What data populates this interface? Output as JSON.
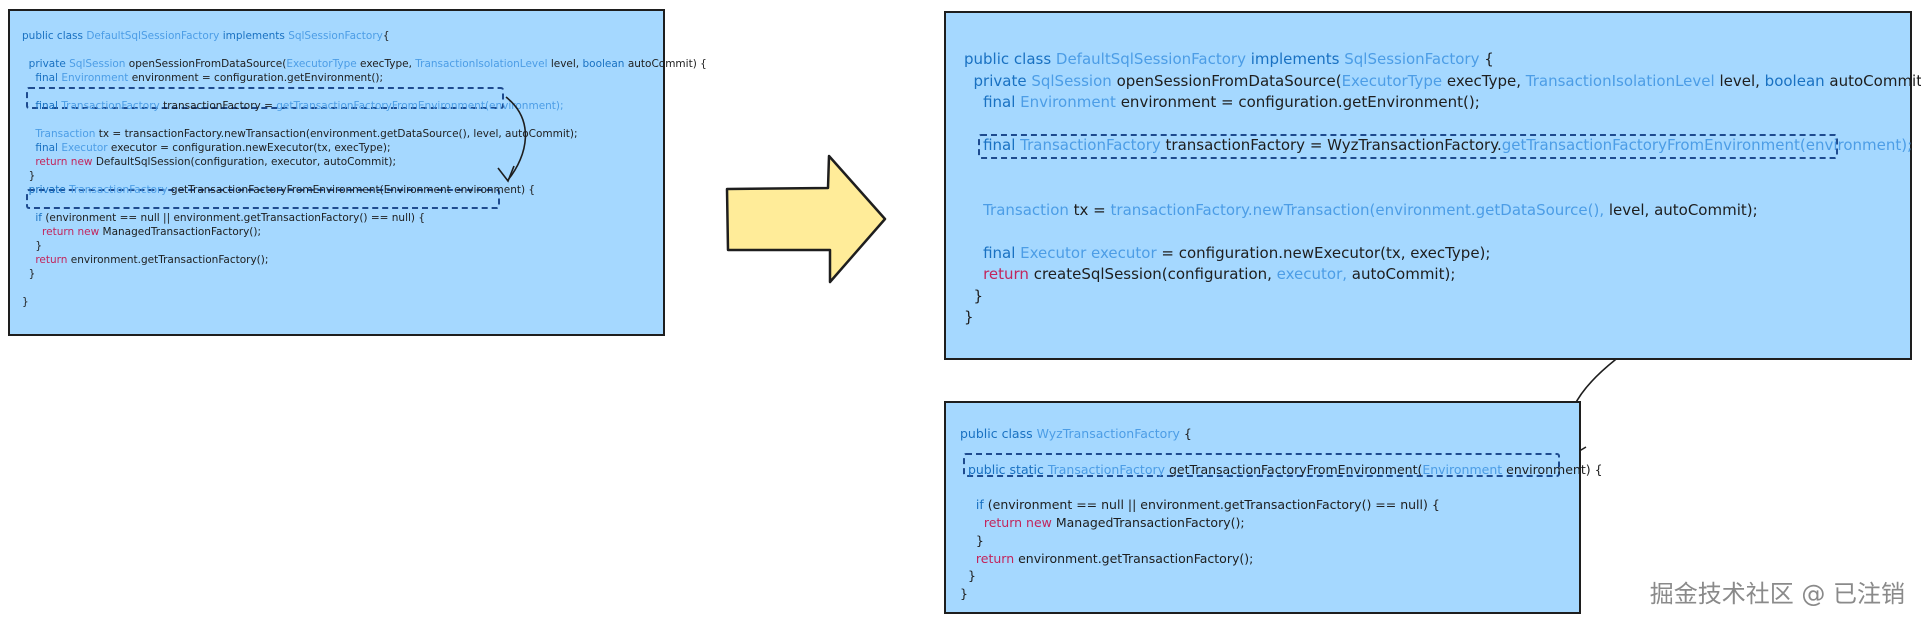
{
  "left_panel": {
    "lines": [
      [
        {
          "t": "public class ",
          "c": "kw"
        },
        {
          "t": "DefaultSqlSessionFactory ",
          "c": "ty"
        },
        {
          "t": "implements ",
          "c": "kw"
        },
        {
          "t": "SqlSessionFactory",
          "c": "ty"
        },
        {
          "t": "{",
          "c": ""
        }
      ],
      [],
      [
        {
          "t": "  private ",
          "c": "kw"
        },
        {
          "t": "SqlSession ",
          "c": "ty"
        },
        {
          "t": "openSessionFromDataSource(",
          "c": ""
        },
        {
          "t": "ExecutorType ",
          "c": "ty"
        },
        {
          "t": "execType, ",
          "c": ""
        },
        {
          "t": "TransactionIsolationLevel ",
          "c": "ty"
        },
        {
          "t": "level, ",
          "c": ""
        },
        {
          "t": "boolean ",
          "c": "kw"
        },
        {
          "t": "autoCommit) {",
          "c": ""
        }
      ],
      [
        {
          "t": "    final ",
          "c": "kw"
        },
        {
          "t": "Environment ",
          "c": "ty"
        },
        {
          "t": "environment = configuration.getEnvironment();",
          "c": ""
        }
      ],
      [],
      [
        {
          "t": "    final ",
          "c": "kw"
        },
        {
          "t": "TransactionFactory ",
          "c": "ty"
        },
        {
          "t": "transactionFactory = ",
          "c": ""
        },
        {
          "t": "getTransactionFactoryFromEnvironment(environment);",
          "c": "ty"
        }
      ],
      [],
      [
        {
          "t": "    Transaction ",
          "c": "ty"
        },
        {
          "t": "tx = transactionFactory.newTransaction(environment.getDataSource(), level, autoCommit);",
          "c": ""
        }
      ],
      [
        {
          "t": "    final ",
          "c": "kw"
        },
        {
          "t": "Executor ",
          "c": "ty"
        },
        {
          "t": "executor = configuration.newExecutor(tx, execType);",
          "c": ""
        }
      ],
      [
        {
          "t": "    return new ",
          "c": "kp"
        },
        {
          "t": "DefaultSqlSession(configuration, executor, autoCommit);",
          "c": ""
        }
      ],
      [
        {
          "t": "  }",
          "c": ""
        }
      ],
      [
        {
          "t": "  private ",
          "c": "kw"
        },
        {
          "t": "TransactionFactory ",
          "c": "ty"
        },
        {
          "t": "getTransactionFactoryFromEnvironment(Environment environment) {",
          "c": ""
        }
      ],
      [],
      [
        {
          "t": "    if ",
          "c": "kw"
        },
        {
          "t": "(environment == null || environment.getTransactionFactory() == null) {",
          "c": ""
        }
      ],
      [
        {
          "t": "      return new ",
          "c": "kp"
        },
        {
          "t": "ManagedTransactionFactory();",
          "c": ""
        }
      ],
      [
        {
          "t": "    }",
          "c": ""
        }
      ],
      [
        {
          "t": "    return ",
          "c": "kp"
        },
        {
          "t": "environment.getTransactionFactory();",
          "c": ""
        }
      ],
      [
        {
          "t": "  }",
          "c": ""
        }
      ],
      [],
      [
        {
          "t": "}",
          "c": ""
        }
      ]
    ]
  },
  "right_panel": {
    "lines": [
      [
        {
          "t": "public class ",
          "c": "kw"
        },
        {
          "t": "DefaultSqlSessionFactory ",
          "c": "ty"
        },
        {
          "t": "implements ",
          "c": "kw"
        },
        {
          "t": "SqlSessionFactory ",
          "c": "ty"
        },
        {
          "t": "{",
          "c": ""
        }
      ],
      [
        {
          "t": "  private ",
          "c": "kw"
        },
        {
          "t": "SqlSession ",
          "c": "ty"
        },
        {
          "t": "openSessionFromDataSource(",
          "c": ""
        },
        {
          "t": "ExecutorType ",
          "c": "ty"
        },
        {
          "t": "execType, ",
          "c": ""
        },
        {
          "t": "TransactionIsolationLevel ",
          "c": "ty"
        },
        {
          "t": "level, ",
          "c": ""
        },
        {
          "t": "boolean ",
          "c": "kw"
        },
        {
          "t": "autoCommit) {",
          "c": ""
        }
      ],
      [
        {
          "t": "    final ",
          "c": "kw"
        },
        {
          "t": "Environment ",
          "c": "ty"
        },
        {
          "t": "environment = configuration.getEnvironment();",
          "c": ""
        }
      ],
      [],
      [
        {
          "t": "    final ",
          "c": "kw"
        },
        {
          "t": "TransactionFactory ",
          "c": "ty"
        },
        {
          "t": "transactionFactory = WyzTransactionFactory.",
          "c": ""
        },
        {
          "t": "getTransactionFactoryFromEnvironment(environment);",
          "c": "ty"
        }
      ],
      [],
      [],
      [
        {
          "t": "    Transaction ",
          "c": "ty"
        },
        {
          "t": "tx = ",
          "c": ""
        },
        {
          "t": "transactionFactory.newTransaction(environment.getDataSource(), ",
          "c": "ty"
        },
        {
          "t": "level, autoCommit);",
          "c": ""
        }
      ],
      [],
      [
        {
          "t": "    final ",
          "c": "kw"
        },
        {
          "t": "Executor executor ",
          "c": "ty"
        },
        {
          "t": "= configuration.newExecutor(tx, execType);",
          "c": ""
        }
      ],
      [
        {
          "t": "    return ",
          "c": "kp"
        },
        {
          "t": "createSqlSession(configuration, ",
          "c": ""
        },
        {
          "t": "executor, ",
          "c": "ty"
        },
        {
          "t": "autoCommit);",
          "c": ""
        }
      ],
      [
        {
          "t": "  }",
          "c": ""
        }
      ],
      [
        {
          "t": "}",
          "c": ""
        }
      ]
    ]
  },
  "bottom_panel": {
    "lines": [
      [
        {
          "t": "public class ",
          "c": "kw"
        },
        {
          "t": "WyzTransactionFactory ",
          "c": "ty"
        },
        {
          "t": "{",
          "c": ""
        }
      ],
      [],
      [
        {
          "t": "  public static ",
          "c": "kw"
        },
        {
          "t": "TransactionFactory ",
          "c": "ty"
        },
        {
          "t": "getTransactionFactoryFromEnvironment(",
          "c": ""
        },
        {
          "t": "Environment ",
          "c": "ty"
        },
        {
          "t": "environment) {",
          "c": ""
        }
      ],
      [],
      [
        {
          "t": "    if ",
          "c": "kw"
        },
        {
          "t": "(environment == null || environment.getTransactionFactory() == null) {",
          "c": ""
        }
      ],
      [
        {
          "t": "      return new ",
          "c": "kp"
        },
        {
          "t": "ManagedTransactionFactory();",
          "c": ""
        }
      ],
      [
        {
          "t": "    }",
          "c": ""
        }
      ],
      [
        {
          "t": "    return ",
          "c": "kp"
        },
        {
          "t": "environment.getTransactionFactory();",
          "c": ""
        }
      ],
      [
        {
          "t": "  }",
          "c": ""
        }
      ],
      [
        {
          "t": "}",
          "c": ""
        }
      ]
    ]
  },
  "watermark": "掘金技术社区 @ 已注销",
  "colors": {
    "panel_fill": "#a5d8ff",
    "arrow_fill": "#ffec99",
    "keyword": "#1971c2",
    "type": "#4c9de6",
    "return_keyword": "#c2255c"
  }
}
